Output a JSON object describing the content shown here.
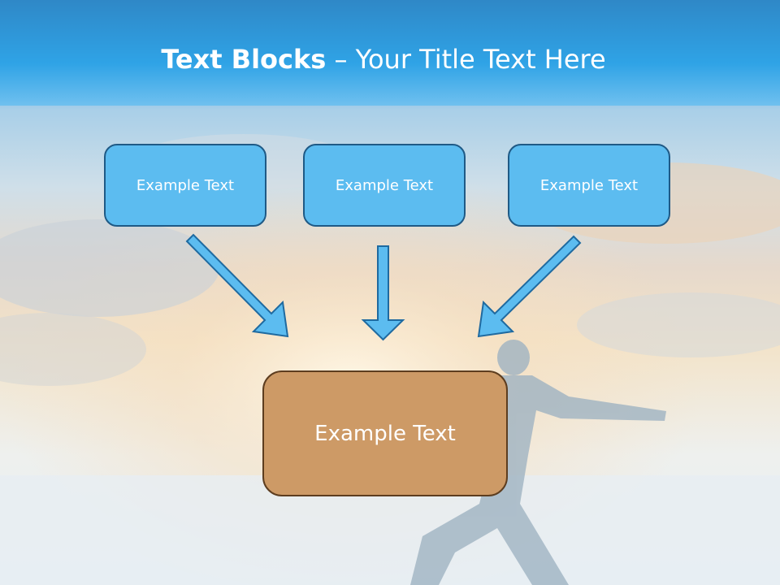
{
  "title": {
    "bold": "Text Blocks",
    "dash": " – ",
    "rest": "Your Title Text Here"
  },
  "blocks": [
    "Example Text",
    "Example Text",
    "Example Text"
  ],
  "center_block": "Example Text",
  "colors": {
    "title_bar": "#2fa3e6",
    "block_fill": "#5cbcf0",
    "block_border": "#1f5a86",
    "center_fill": "#cd9a66",
    "center_border": "#5d3d1f",
    "arrow": "#5cbcf0"
  }
}
